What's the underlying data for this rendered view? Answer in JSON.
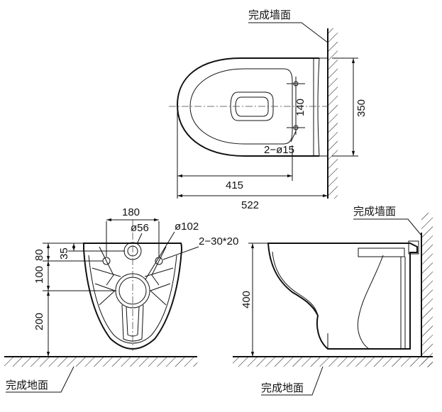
{
  "labels": {
    "wall_top": "完成墙面",
    "wall_side": "完成墙面",
    "floor_front": "完成地面",
    "floor_side": "完成地面"
  },
  "top_view": {
    "dim_width": "350",
    "dim_bolt_spacing": "140",
    "dim_holes": "2−ø15",
    "dim_depth_inner": "415",
    "dim_depth_total": "522"
  },
  "front_view": {
    "dim_180": "180",
    "dim_56": "ø56",
    "dim_102": "ø102",
    "dim_slots": "2−30*20",
    "dim_35": "35",
    "dim_80": "80",
    "dim_100": "100",
    "dim_200": "200"
  },
  "side_view": {
    "dim_400": "400"
  }
}
